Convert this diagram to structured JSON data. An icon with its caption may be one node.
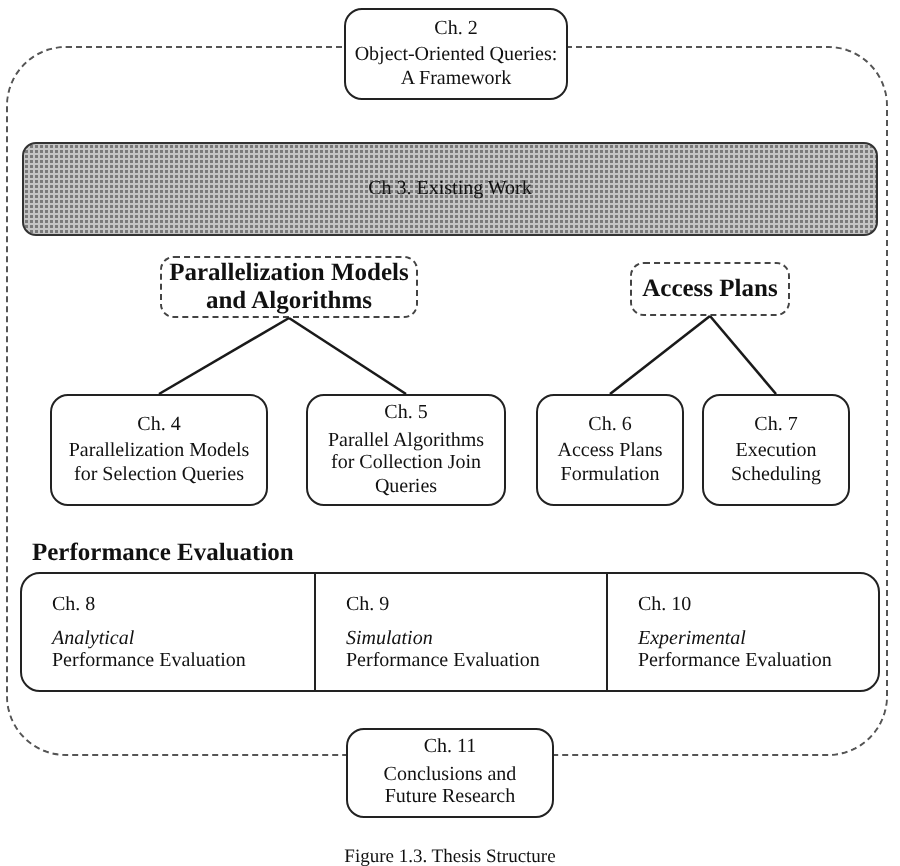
{
  "diagram": {
    "caption": "Figure 1.3. Thesis Structure",
    "nodes": [
      {
        "text": [
          "Ch. 2",
          "Object-Oriented Queries: A Framework"
        ]
      },
      {
        "text": [],
        "shape": "box"
      },
      {
        "text": [
          "Ch 3. Existing Work"
        ],
        "in": 1
      },
      {
        "text": [
          "Parallelization Models and Algorithms"
        ],
        "in": 1
      },
      {
        "text": [
          "Access Plans"
        ],
        "in": 1
      },
      {
        "text": [
          "Ch. 4",
          "Parallelization Models for Selection Queries"
        ],
        "in": 1
      },
      {
        "text": [
          "Ch. 5",
          "Parallel Algorithms for Collection Join Queries"
        ],
        "in": 1
      },
      {
        "text": [
          "Ch. 6",
          "Access Plans Formulation"
        ],
        "in": 1
      },
      {
        "text": [
          "Ch. 7",
          "Execution Scheduling"
        ],
        "in": 1
      },
      {
        "text": [
          "Performance Evaluation"
        ],
        "in": 1
      },
      {
        "text": [
          "Ch. 8",
          "*Analytical* Performance Evaluation"
        ],
        "in": 9
      },
      {
        "text": [
          "Ch. 9",
          "*Simulation* Performance Evaluation"
        ],
        "in": 9
      },
      {
        "text": [
          "Ch. 10",
          "*Experimental* Performance Evaluation"
        ],
        "in": 9
      },
      {
        "text": [
          "Ch. 11",
          "Conclusions and Future Research"
        ]
      }
    ],
    "edges": [
      {
        "from": 3,
        "to": 5,
        "arrow": "none"
      },
      {
        "from": 3,
        "to": 6,
        "arrow": "none"
      },
      {
        "from": 4,
        "to": 7,
        "arrow": "none"
      },
      {
        "from": 4,
        "to": 8,
        "arrow": "none"
      }
    ]
  }
}
